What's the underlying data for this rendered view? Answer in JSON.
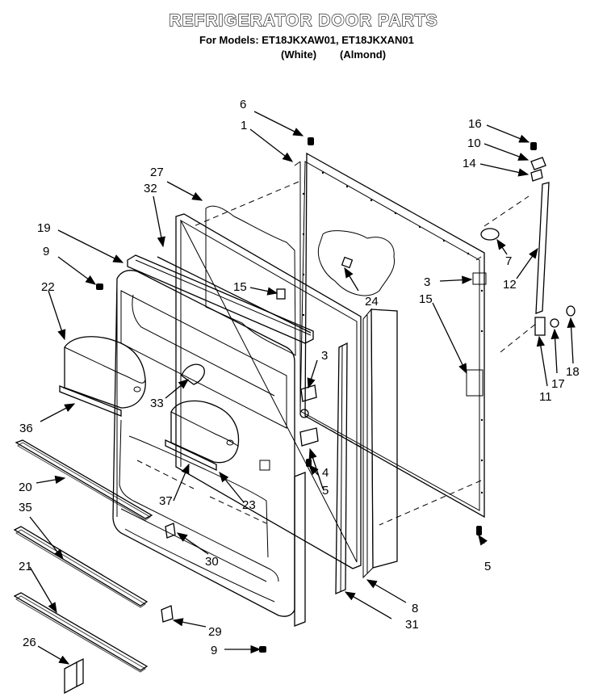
{
  "header": {
    "title": "REFRIGERATOR DOOR PARTS",
    "models_line": "For Models: ET18JKXAW01, ET18JKXAN01",
    "color_white": "(White)",
    "color_almond": "(Almond)"
  },
  "callouts": {
    "c1": "1",
    "c3a": "3",
    "c3b": "3",
    "c4": "4",
    "c5a": "5",
    "c5b": "5",
    "c6": "6",
    "c7": "7",
    "c8": "8",
    "c9a": "9",
    "c9b": "9",
    "c10": "10",
    "c11": "11",
    "c12": "12",
    "c14": "14",
    "c15a": "15",
    "c15b": "15",
    "c16": "16",
    "c17": "17",
    "c18": "18",
    "c19": "19",
    "c20": "20",
    "c21": "21",
    "c22": "22",
    "c23": "23",
    "c24": "24",
    "c26": "26",
    "c27": "27",
    "c29": "29",
    "c30": "30",
    "c31": "31",
    "c32": "32",
    "c33": "33",
    "c35": "35",
    "c36": "36",
    "c37": "37"
  }
}
